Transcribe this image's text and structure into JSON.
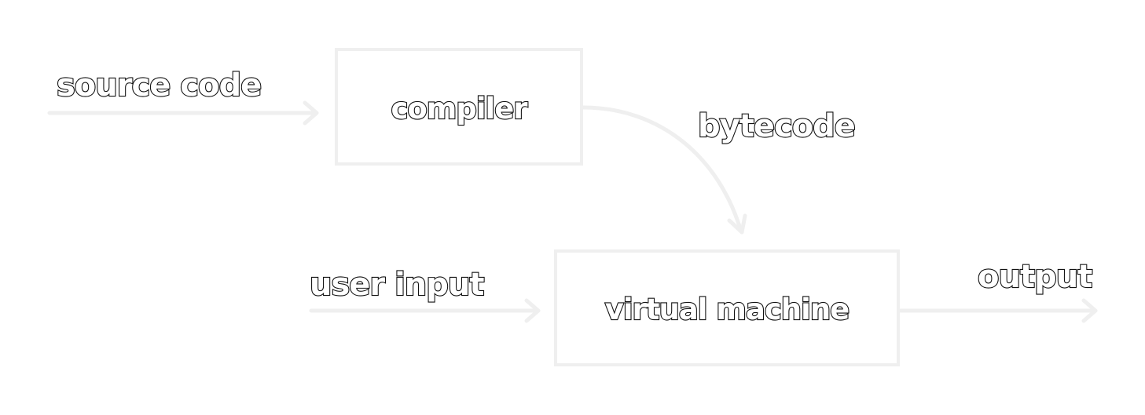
{
  "diagram": {
    "nodes": {
      "compiler": "compiler",
      "virtual_machine": "virtual machine"
    },
    "edges": {
      "source_code": "source code",
      "bytecode": "bytecode",
      "user_input": "user input",
      "output": "output"
    },
    "colors": {
      "line": "#efefef",
      "text_fill": "#ffffff",
      "text_outline": "#111111"
    }
  }
}
